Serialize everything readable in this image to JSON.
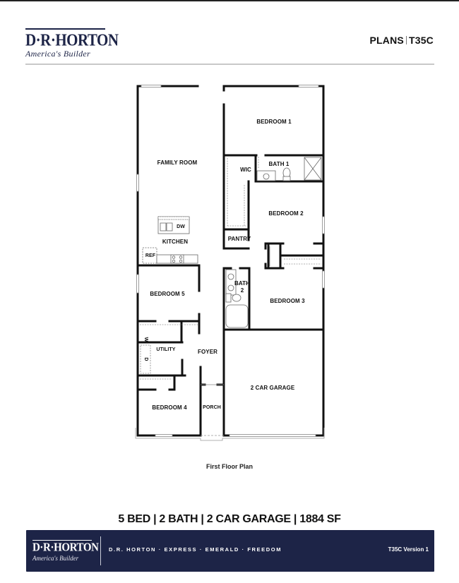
{
  "header": {
    "brand": "D·R·HORTON",
    "tagline": "America's Builder",
    "plans_label": "PLANS",
    "plan_code": "T35C"
  },
  "floor_plan": {
    "rooms": {
      "family_room": "FAMILY ROOM",
      "bedroom_1": "BEDROOM 1",
      "wic": "WIC",
      "bath_1": "BATH 1",
      "bedroom_2": "BEDROOM 2",
      "pantry": "PANTRY",
      "kitchen": "KITCHEN",
      "ref": "REF",
      "dw": "DW",
      "bedroom_5": "BEDROOM 5",
      "bath_2_line1": "BATH",
      "bath_2_line2": "2",
      "bedroom_3": "BEDROOM 3",
      "utility": "UTILITY",
      "washer": "W",
      "dryer": "D",
      "foyer": "FOYER",
      "garage": "2 CAR GARAGE",
      "bedroom_4": "BEDROOM 4",
      "porch": "PORCH"
    },
    "caption": "First Floor Plan"
  },
  "specs": {
    "summary": "5 BED | 2 BATH | 2 CAR GARAGE | 1884 SF",
    "beds": "5 BED",
    "baths": "2 BATH",
    "garage": "2 CAR GARAGE",
    "square_feet": "1884 SF"
  },
  "footer": {
    "brand": "D·R·HORTON",
    "tagline": "America's Builder",
    "collections": "D.R. HORTON · EXPRESS · EMERALD · FREEDOM",
    "version": "T35C Version 1",
    "background_color": "#1d2447"
  }
}
